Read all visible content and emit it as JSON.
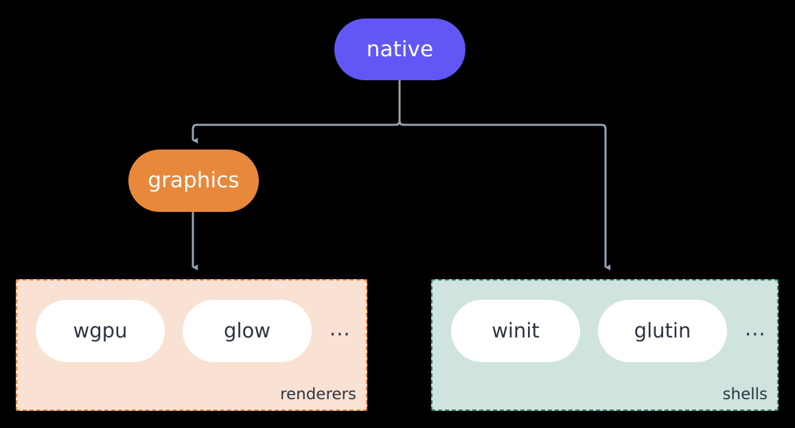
{
  "diagram": {
    "background_color": "#000000",
    "edge_color": "#93a3b3",
    "nodes": [
      {
        "id": "native",
        "label": "native",
        "fill": "#6257f5",
        "text_color": "#ffffff",
        "shape": "stadium"
      },
      {
        "id": "graphics",
        "label": "graphics",
        "fill": "#e8883a",
        "text_color": "#ffffff",
        "shape": "stadium"
      }
    ],
    "clusters": [
      {
        "id": "renderers",
        "title": "renderers",
        "fill": "#f9e1d4",
        "border_color": "#e8843a",
        "border_style": "dashed",
        "items": [
          {
            "label": "wgpu"
          },
          {
            "label": "glow"
          }
        ],
        "overflow": "..."
      },
      {
        "id": "shells",
        "title": "shells",
        "fill": "#cfe3df",
        "border_color": "#2f8573",
        "border_style": "dashed",
        "items": [
          {
            "label": "winit"
          },
          {
            "label": "glutin"
          }
        ],
        "overflow": "..."
      }
    ],
    "edges": [
      {
        "from": "native",
        "to": "graphics",
        "arrow": "down"
      },
      {
        "from": "native",
        "to": "shells",
        "arrow": "down"
      },
      {
        "from": "graphics",
        "to": "renderers",
        "arrow": "down"
      }
    ]
  }
}
